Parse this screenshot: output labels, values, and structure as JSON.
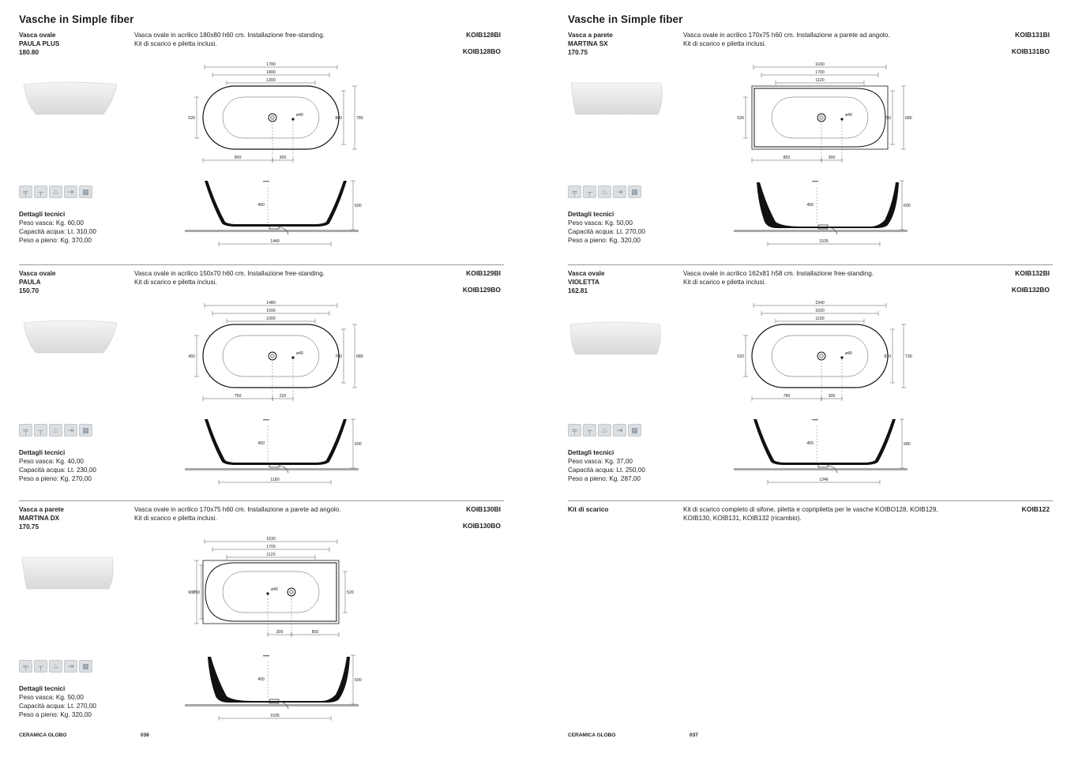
{
  "pages": [
    {
      "title": "Vasche in Simple fiber",
      "footer_brand": "CERAMICA GLOBO",
      "page_number": "036"
    },
    {
      "title": "Vasche in Simple fiber",
      "footer_brand": "CERAMICA GLOBO",
      "page_number": "037"
    }
  ],
  "products": [
    {
      "type": "Vasca ovale",
      "model": "PAULA PLUS",
      "size": "180.80",
      "desc1": "Vasca ovale in acrilico 180x80 h60 cm. Installazione free-standing.",
      "desc2": "Kit di scarico e piletta inclusi.",
      "code1": "KOIB128BI",
      "code2": "KOIB128BO",
      "tech_title": "Dettagli tecnici",
      "tech1": "Peso vasca: Kg. 60,00",
      "tech2": "Capacità acqua: Lt. 310,00",
      "tech3": "Peso a pieno: Kg. 370,00",
      "plan": {
        "w_outer": "1780",
        "w_mid": "1800",
        "w_inner": "1300",
        "h_inner": "520",
        "h_a": "780",
        "h_b": "800",
        "d_left": "900",
        "d_right": "300",
        "drain": "ø40"
      },
      "side": {
        "depth": "450",
        "height": "600",
        "base": "1440"
      }
    },
    {
      "type": "Vasca ovale",
      "model": "PAULA",
      "size": "150.70",
      "desc1": "Vasca ovale in acrilico 150x70 h60 cm. Installazione free-standing.",
      "desc2": "Kit di scarico e piletta inclusi.",
      "code1": "KOIB129BI",
      "code2": "KOIB129BO",
      "tech_title": "Dettagli tecnici",
      "tech1": "Peso vasca: Kg. 40,00",
      "tech2": "Capacità acqua: Lt. 230,00",
      "tech3": "Peso a pieno: Kg. 270,00",
      "plan": {
        "w_outer": "1480",
        "w_mid": "1500",
        "w_inner": "1000",
        "h_inner": "450",
        "h_a": "680",
        "h_b": "700",
        "d_left": "750",
        "d_right": "220",
        "drain": "ø40"
      },
      "side": {
        "depth": "450",
        "height": "600",
        "base": "1180"
      }
    },
    {
      "type": "Vasca a parete",
      "model": "MARTINA DX",
      "size": "170.75",
      "desc1": "Vasca ovale in acrilico 170x75 h60 cm. Installazione a parete ad angolo.",
      "desc2": "Kit di scarico e piletta inclusi.",
      "code1": "KOIB130BI",
      "code2": "KOIB130BO",
      "tech_title": "Dettagli tecnici",
      "tech1": "Peso vasca: Kg. 50,00",
      "tech2": "Capacità acqua: Lt. 270,00",
      "tech3": "Peso a pieno: Kg. 320,00",
      "plan": {
        "w_outer": "1630",
        "w_mid": "1700",
        "w_inner": "1120",
        "h_inner": "520",
        "h_a": "680",
        "h_b": "750",
        "d_left": "300",
        "d_right": "850",
        "drain": "ø40"
      },
      "side": {
        "depth": "455",
        "height": "600",
        "base": "1535"
      }
    },
    {
      "type": "Vasca a parete",
      "model": "MARTINA SX",
      "size": "170.75",
      "desc1": "Vasca ovale in acrilico 170x75 h60 cm. Installazione a parete ad angolo.",
      "desc2": "Kit di scarico e piletta inclusi.",
      "code1": "KOIB131BI",
      "code2": "KOIB131BO",
      "tech_title": "Dettagli tecnici",
      "tech1": "Peso vasca: Kg. 50,00",
      "tech2": "Capacità acqua: Lt. 270,00",
      "tech3": "Peso a pieno: Kg. 320,00",
      "plan": {
        "w_outer": "1630",
        "w_mid": "1700",
        "w_inner": "1120",
        "h_inner": "520",
        "h_a": "680",
        "h_b": "750",
        "d_left": "850",
        "d_right": "300",
        "drain": "ø40"
      },
      "side": {
        "depth": "455",
        "height": "600",
        "base": "1535"
      }
    },
    {
      "type": "Vasca ovale",
      "model": "VIOLETTA",
      "size": "162.81",
      "desc1": "Vasca ovale in acrilico 162x81 h58 cm. Installazione free-standing.",
      "desc2": "Kit di scarico e piletta inclusi.",
      "code1": "KOIB132BI",
      "code2": "KOIB132BO",
      "tech_title": "Dettagli tecnici",
      "tech1": "Peso vasca: Kg. 37,00",
      "tech2": "Capacità acqua: Lt. 250,00",
      "tech3": "Peso a pieno: Kg. 287,00",
      "plan": {
        "w_outer": "1540",
        "w_mid": "1620",
        "w_inner": "1100",
        "h_inner": "520",
        "h_a": "730",
        "h_b": "810",
        "d_left": "780",
        "d_right": "300",
        "drain": "ø40"
      },
      "side": {
        "depth": "455",
        "height": "580",
        "base": "1346"
      }
    }
  ],
  "kit": {
    "name": "Kit di scarico",
    "desc1": "Kit di scarico completo di sifone, piletta e copripiletta per le vasche KOIBO128, KOIB129,",
    "desc2": "KOIB130, KOIB131, KOIB132 (ricambio).",
    "code": "KOIB122"
  },
  "icon_names": [
    "shower-icon",
    "faucet-icon",
    "bath-mixer-icon",
    "drain-icon",
    "basket-icon"
  ],
  "colors": {
    "separator": "#9a9a9a",
    "icon_bg": "#dcdfe2",
    "floor": "#a8a8a8"
  }
}
